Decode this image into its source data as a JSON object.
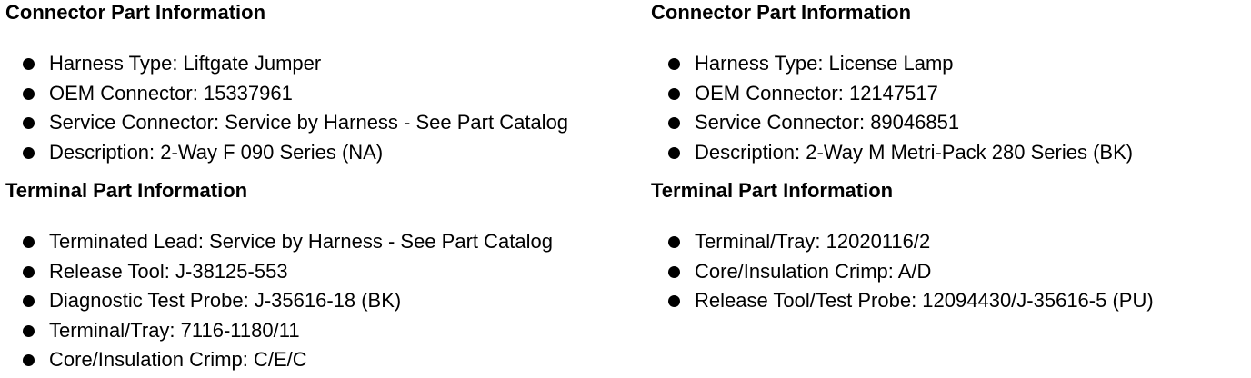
{
  "left": {
    "connector_title": "Connector Part Information",
    "connector_items": [
      "Harness Type: Liftgate Jumper",
      "OEM Connector: 15337961",
      "Service Connector: Service by Harness - See Part Catalog",
      "Description: 2-Way F 090 Series (NA)"
    ],
    "terminal_title": "Terminal Part Information",
    "terminal_items": [
      "Terminated Lead: Service by Harness - See Part Catalog",
      "Release Tool: J-38125-553",
      "Diagnostic Test Probe: J-35616-18 (BK)",
      "Terminal/Tray: 7116-1180/11",
      "Core/Insulation Crimp: C/E/C"
    ]
  },
  "right": {
    "connector_title": "Connector Part Information",
    "connector_items": [
      "Harness Type: License Lamp",
      "OEM Connector: 12147517",
      "Service Connector: 89046851",
      "Description: 2-Way M Metri-Pack 280 Series (BK)"
    ],
    "terminal_title": "Terminal Part Information",
    "terminal_items": [
      "Terminal/Tray: 12020116/2",
      "Core/Insulation Crimp: A/D",
      "Release Tool/Test Probe: 12094430/J-35616-5 (PU)"
    ]
  }
}
